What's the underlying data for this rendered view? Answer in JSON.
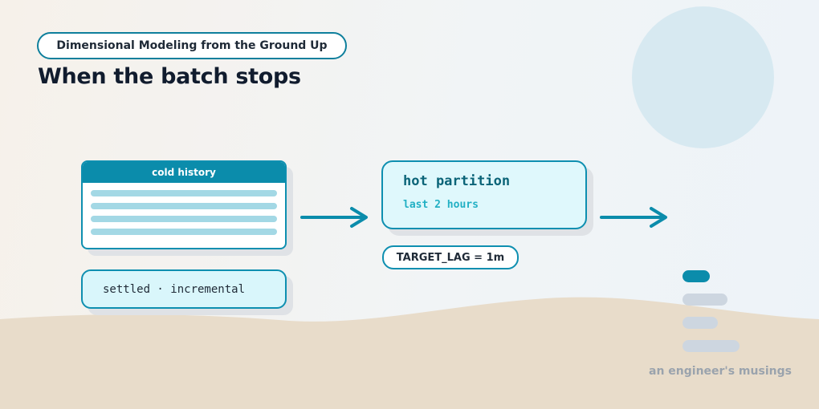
{
  "series_label": "Dimensional Modeling from the Ground Up",
  "title": "When the batch stops",
  "cold_card": {
    "header": "cold history"
  },
  "settled_label": "settled · incremental",
  "hot_card": {
    "title": "hot partition",
    "subtitle": "last 2 hours"
  },
  "target_lag": "TARGET_LAG = 1m",
  "footer": "an engineer's musings",
  "colors": {
    "accent": "#0b8cab",
    "accent_light": "#a3d8e5",
    "card_tint": "#d9f6fb",
    "ground": "#e8dcca",
    "muted_bar": "#cdd6e0"
  }
}
